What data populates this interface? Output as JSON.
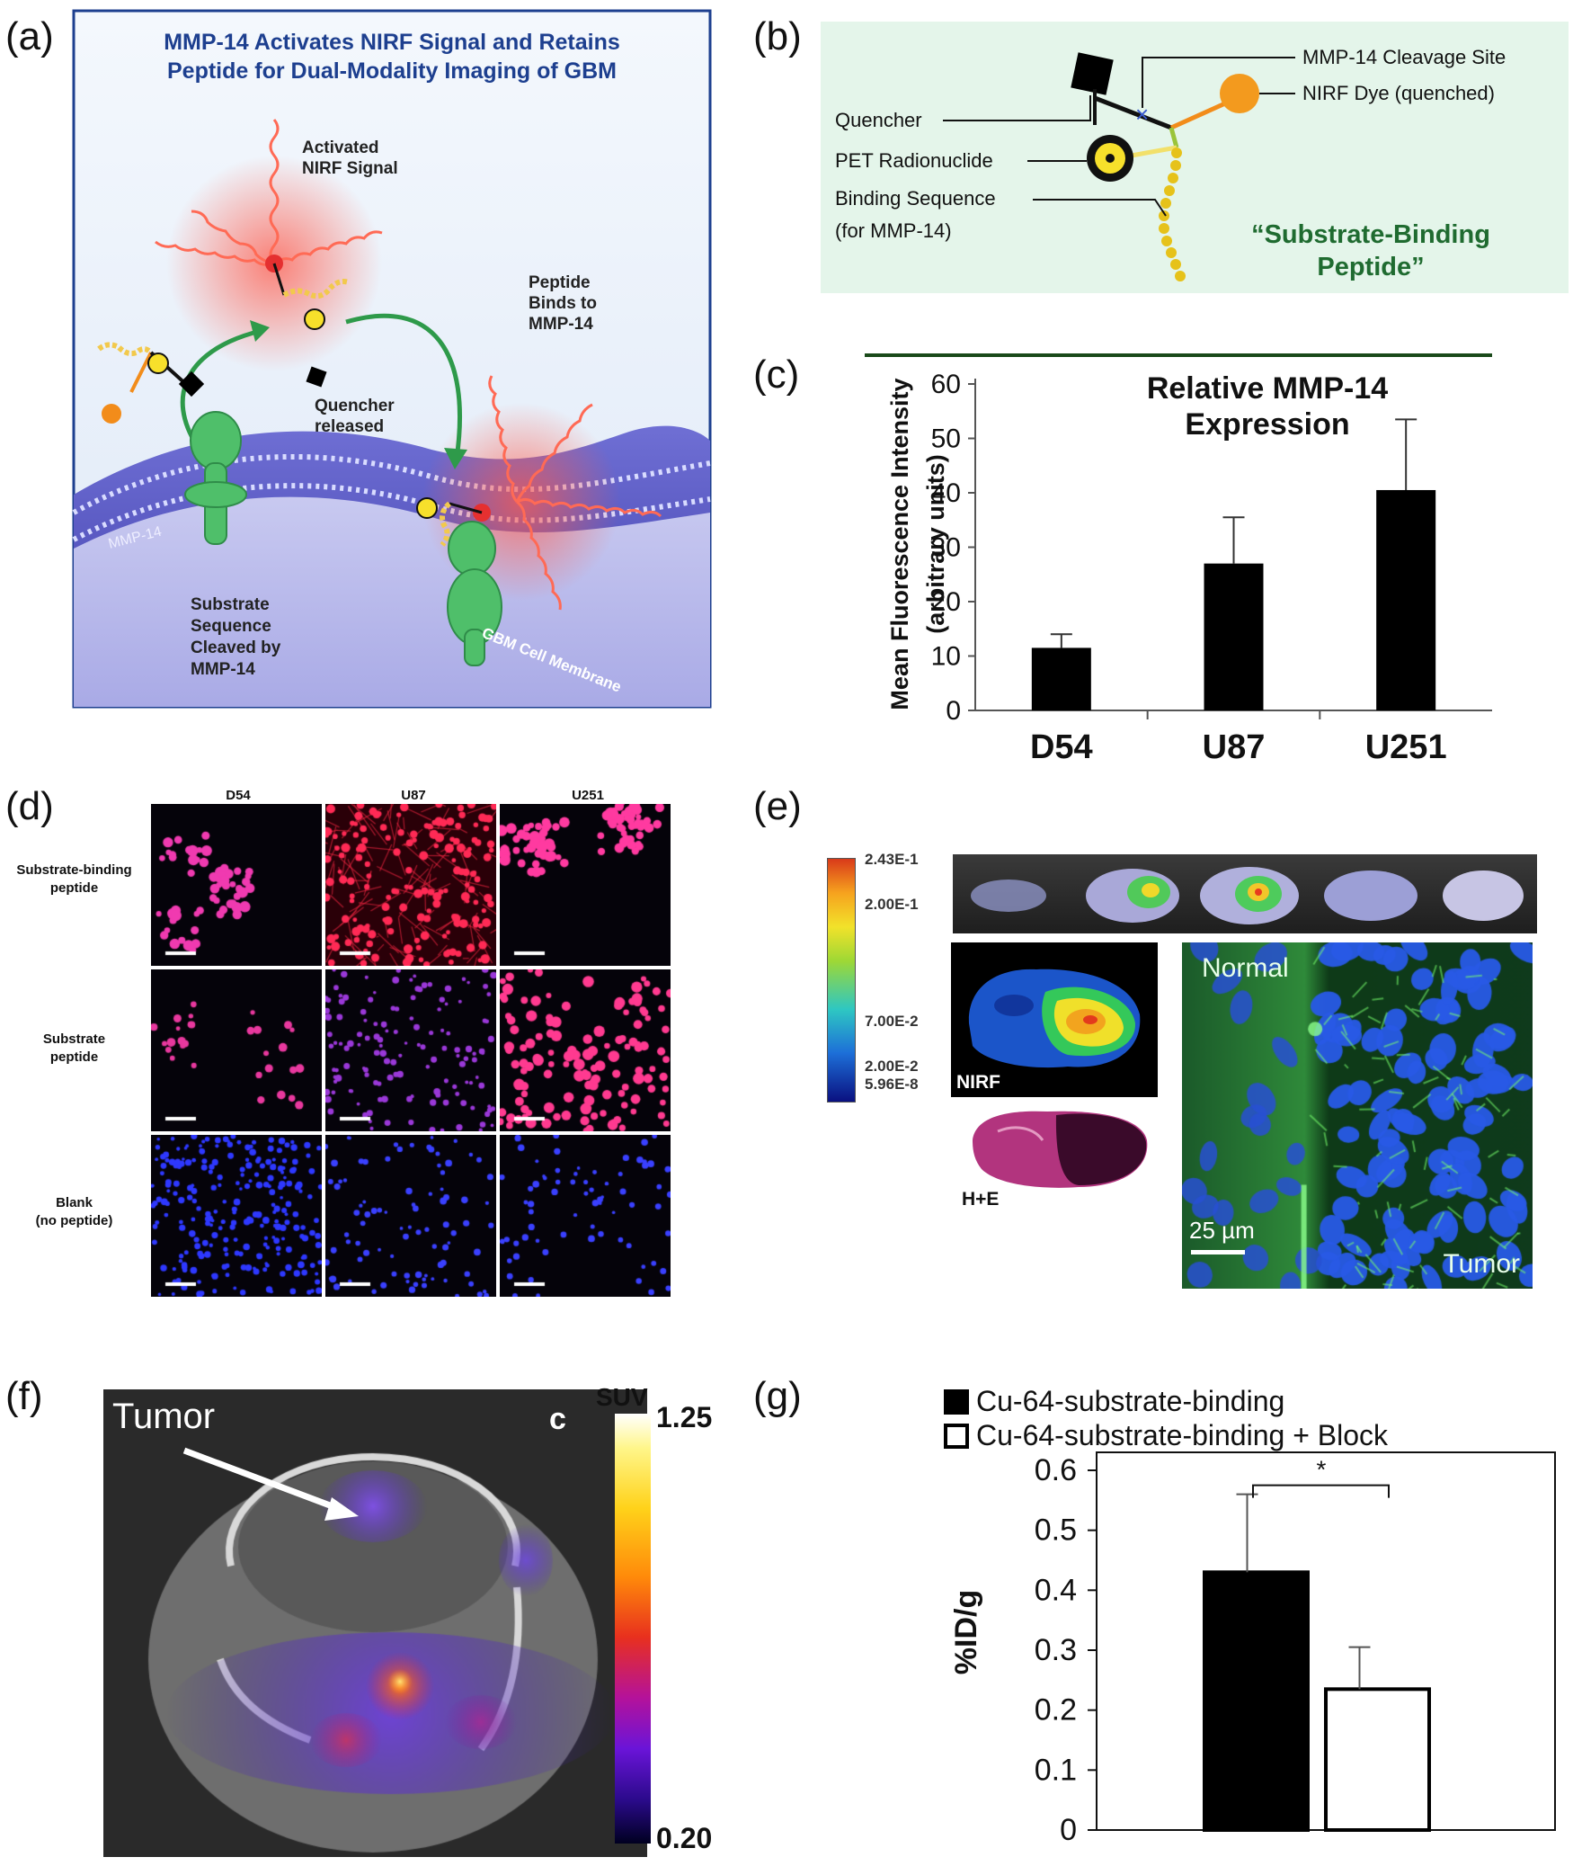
{
  "panels": {
    "a": {
      "label": "(a)",
      "title_line1": "MMP-14 Activates NIRF Signal and Retains",
      "title_line2": "Peptide for Dual-Modality Imaging of GBM",
      "activated_1": "Activated",
      "activated_2": "NIRF Signal",
      "binds_1": "Peptide",
      "binds_2": "Binds to",
      "binds_3": "MMP-14",
      "quencher_1": "Quencher",
      "quencher_2": "released",
      "mmp14": "MMP-14",
      "substrate_1": "Substrate",
      "substrate_2": "Sequence",
      "substrate_3": "Cleaved by",
      "substrate_4": "MMP-14",
      "membrane": "GBM Cell Membrane"
    },
    "b": {
      "label": "(b)",
      "cleavage": "MMP-14 Cleavage Site",
      "nirf_dye": "NIRF Dye (quenched)",
      "quencher": "Quencher",
      "pet": "PET Radionuclide",
      "binding_1": "Binding Sequence",
      "binding_2": "(for MMP-14)",
      "name_1": "“Substrate-Binding",
      "name_2": "Peptide”"
    },
    "c": {
      "label": "(c)"
    },
    "d": {
      "label": "(d)",
      "cols": [
        "D54",
        "U87",
        "U251"
      ],
      "rows": [
        {
          "l1": "Substrate-binding",
          "l2": "peptide"
        },
        {
          "l1": "Substrate",
          "l2": "peptide"
        },
        {
          "l1": "Blank",
          "l2": "(no peptide)"
        }
      ]
    },
    "e": {
      "label": "(e)",
      "scale_ticks": [
        "2.43E-1",
        "2.00E-1",
        "7.00E-2",
        "2.00E-2",
        "5.96E-8"
      ],
      "nirf": "NIRF",
      "he": "H+E",
      "normal": "Normal",
      "tumor": "Tumor",
      "scalebar": "25 µm"
    },
    "f": {
      "label": "(f)",
      "tumor": "Tumor",
      "corner": "c",
      "suv": "SUV",
      "max": "1.25",
      "min": "0.20"
    },
    "g": {
      "label": "(g)"
    }
  },
  "chart_data": [
    {
      "type": "bar",
      "title": "Relative MMP-14 Expression",
      "ylabel": "Mean Fluorescence Intensity (arbitrary units)",
      "ylabel_1": "Mean Fluorescence Intensity",
      "ylabel_2": "(arbitrary units)",
      "xlabel": "",
      "categories": [
        "D54",
        "U87",
        "U251"
      ],
      "values": [
        11.5,
        27,
        40.5
      ],
      "errors": [
        2.5,
        8.5,
        13
      ],
      "yticks": [
        0,
        10,
        20,
        30,
        40,
        50,
        60
      ],
      "ylim": [
        0,
        60
      ],
      "grid": false,
      "bar_color": "#000000"
    },
    {
      "type": "bar",
      "title": "",
      "ylabel": "%ID/g",
      "xlabel": "",
      "series": [
        {
          "name": "Cu-64-substrate-binding",
          "values": [
            0.43
          ],
          "errors": [
            0.13
          ],
          "fill": "#000000"
        },
        {
          "name": "Cu-64-substrate-binding + Block",
          "values": [
            0.235
          ],
          "errors": [
            0.07
          ],
          "fill": "#ffffff"
        }
      ],
      "yticks": [
        "0",
        "0.1",
        "0.2",
        "0.3",
        "0.4",
        "0.5",
        "0.6"
      ],
      "ylim": [
        0,
        0.6
      ],
      "significance": "*",
      "legend": "top",
      "grid": false
    }
  ]
}
